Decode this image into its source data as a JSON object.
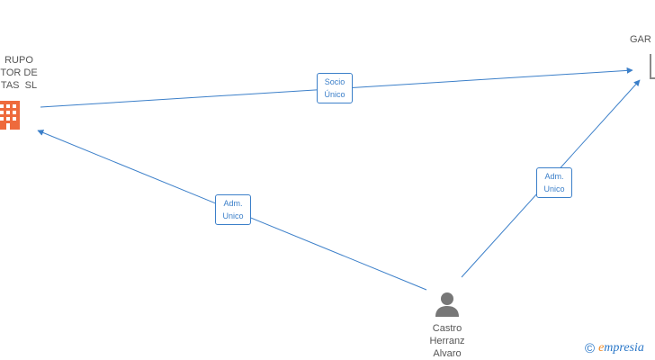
{
  "nodes": {
    "company_left": {
      "name": "GRUPO\nGESTOR DE\nRENTAS  SL",
      "visible_label": "RUPO\nTOR DE\nTAS  SL",
      "icon": "building-icon",
      "color": "#ee6a3c"
    },
    "company_right": {
      "name": "GAR...",
      "visible_label": "GAR",
      "icon": "building-icon",
      "color": "#8a8a8a"
    },
    "person": {
      "name": "Castro\nHerranz\nAlvaro",
      "icon": "person-icon",
      "color": "#777777"
    }
  },
  "edges": [
    {
      "from": "company_left",
      "to": "company_right",
      "label": "Socio\nÚnico"
    },
    {
      "from": "person",
      "to": "company_left",
      "label": "Adm.\nUnico"
    },
    {
      "from": "person",
      "to": "company_right",
      "label": "Adm.\nUnico"
    }
  ],
  "colors": {
    "edge": "#3b7fc9",
    "label_text": "#555555",
    "brand": "#2a77c8",
    "brand_accent": "#f08a24"
  },
  "watermark": {
    "symbol": "©",
    "brand_first": "e",
    "brand_rest": "mpresia"
  }
}
